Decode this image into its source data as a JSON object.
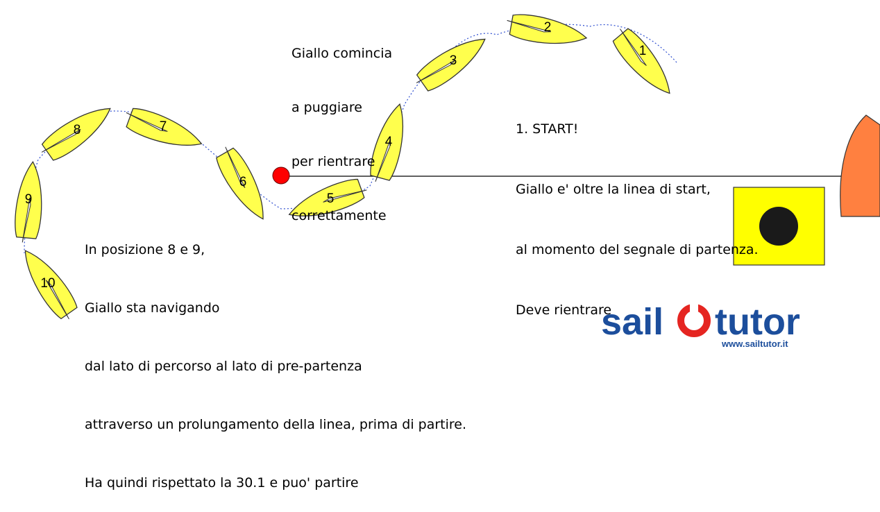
{
  "notes": {
    "puggiare": [
      "Giallo comincia",
      "a puggiare",
      "per rientrare",
      "correttamente"
    ],
    "start": [
      "1. START!",
      "Giallo e' oltre la linea di start,",
      "al momento del segnale di partenza.",
      "Deve rientrare"
    ],
    "prolungamento": [
      "In posizione 8 e 9,",
      "Giallo sta navigando",
      "dal lato di percorso al lato di pre-partenza",
      "attraverso un prolungamento della linea, prima di partire.",
      "Ha quindi rispettato la 30.1 e puo' partire"
    ]
  },
  "boats": [
    {
      "label": "1"
    },
    {
      "label": "2"
    },
    {
      "label": "3"
    },
    {
      "label": "4"
    },
    {
      "label": "5"
    },
    {
      "label": "6"
    },
    {
      "label": "7"
    },
    {
      "label": "8"
    },
    {
      "label": "9"
    },
    {
      "label": "10"
    }
  ],
  "colors": {
    "boat": "#ffff4d",
    "pin_buoy": "#ff0000",
    "committee_boat": "#ff8040",
    "flag_background": "#ffff00",
    "flag_disc": "#1a1a1a",
    "logo_blue": "#1c4e9c",
    "logo_red": "#e52521"
  },
  "logo": {
    "text_left": "sail",
    "text_right": "tutor",
    "url": "www.sailtutor.it"
  }
}
